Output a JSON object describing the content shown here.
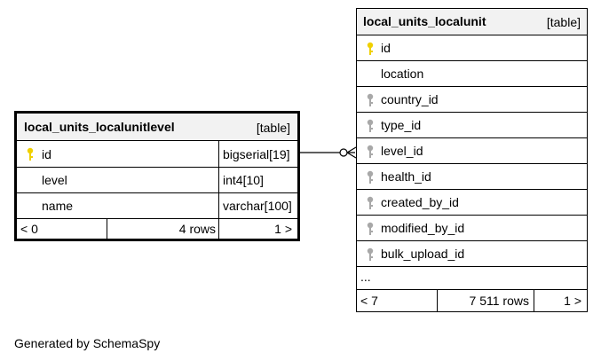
{
  "left_table": {
    "name": "local_units_localunitlevel",
    "tag": "[table]",
    "columns": [
      {
        "name": "id",
        "type": "bigserial[19]",
        "icon": "primary-key-icon"
      },
      {
        "name": "level",
        "type": "int4[10]",
        "icon": ""
      },
      {
        "name": "name",
        "type": "varchar[100]",
        "icon": ""
      }
    ],
    "footer": {
      "left": "< 0",
      "mid": "4 rows",
      "right": "1 >"
    }
  },
  "right_table": {
    "name": "local_units_localunit",
    "tag": "[table]",
    "columns": [
      {
        "name": "id",
        "icon": "primary-key-icon"
      },
      {
        "name": "location",
        "icon": ""
      },
      {
        "name": "country_id",
        "icon": "foreign-key-icon"
      },
      {
        "name": "type_id",
        "icon": "foreign-key-icon"
      },
      {
        "name": "level_id",
        "icon": "foreign-key-icon"
      },
      {
        "name": "health_id",
        "icon": "foreign-key-icon"
      },
      {
        "name": "created_by_id",
        "icon": "foreign-key-icon"
      },
      {
        "name": "modified_by_id",
        "icon": "foreign-key-icon"
      },
      {
        "name": "bulk_upload_id",
        "icon": "foreign-key-icon"
      }
    ],
    "ellipsis": "...",
    "footer": {
      "left": "< 7",
      "mid": "7 511 rows",
      "right": "1 >"
    }
  },
  "caption": "Generated by SchemaSpy",
  "colors": {
    "primary_key": "#f0d000",
    "foreign_key": "#a8a8a8",
    "header_bg": "#f2f2f2"
  }
}
